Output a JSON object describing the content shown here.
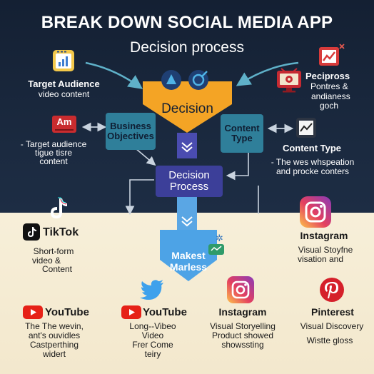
{
  "header": {
    "title": "BREAK DOWN SOCIAL MEDIA APP",
    "subtitle": "Decision process"
  },
  "left_top": {
    "title": "Target Audience",
    "subtitle": "video content"
  },
  "right_top": {
    "title": "Pecipross",
    "line2": "Pontres &",
    "line3": "andianess",
    "line4": "goch"
  },
  "left_mid": {
    "line1": "- Target audience",
    "line2": "tigue tisre",
    "line3": "content",
    "badge": "Am"
  },
  "business_box": {
    "line1": "Business",
    "line2": "Objectives"
  },
  "decision": {
    "label": "Decision"
  },
  "content_box": {
    "line1": "Content",
    "line2": "Type"
  },
  "right_mid": {
    "title": "Content Type",
    "line1": "- The wes whspeation",
    "line2": "and procke conters"
  },
  "process_box": {
    "line1": "Decision",
    "line2": "Process"
  },
  "makest": {
    "line1": "Makest",
    "line2": "Marless"
  },
  "tiktok": {
    "name": "TikTok",
    "line1": "Short-form",
    "line2": "video &",
    "line3": "Content"
  },
  "instagram_top": {
    "name": "Instagram",
    "line1": "Visual Stoyfne",
    "line2": "visation and"
  },
  "youtube_left": {
    "name": "YouTube",
    "line1": "The The wevin,",
    "line2": "ant's ouvidles",
    "line3": "Castperthing",
    "line4": "widert"
  },
  "youtube_mid": {
    "name": "YouTube",
    "line1": "Long--Vibeo",
    "line2": "Video",
    "line3": "Frer Come",
    "line4": "teiry"
  },
  "instagram_mid": {
    "name": "Instagram",
    "line1": "Visual Storyelling",
    "line2": "Product showed",
    "line3": "showssting"
  },
  "pinterest": {
    "name": "Pinterest",
    "line1": "Visual Discovery",
    "line2": "Wistte gloss"
  },
  "colors": {
    "navy": "#142033",
    "cream": "#f6edd6",
    "decision_orange": "#f4a425",
    "teal": "#2f7f9a",
    "indigo": "#3c3f99",
    "blue": "#4da3e6"
  }
}
